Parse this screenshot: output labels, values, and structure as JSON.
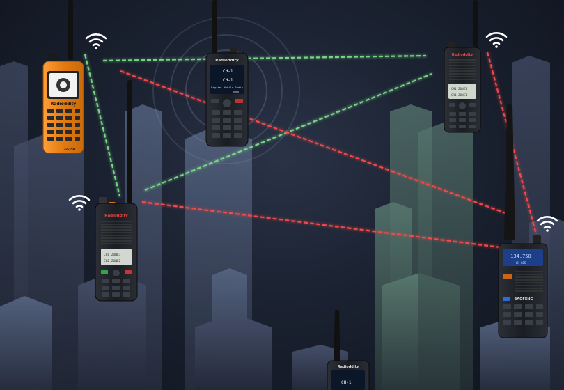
{
  "colors": {
    "background": "#1a2130",
    "building": "#3a4258",
    "building_teal": "#4b6a62",
    "link_green": "#7fe08a",
    "link_red": "#ff4a4a",
    "radio_orange": "#f08a1c",
    "radio_body": "#1e2126",
    "screen_blue": "#4aa0ff",
    "wifi_icon": "#ffffff"
  },
  "radios": [
    {
      "brand": "Radioddity",
      "model": "GS-5B",
      "body_color": "orange"
    },
    {
      "brand": "Radioddity",
      "screen_lines": [
        "CH-1",
        "CH-1",
        "Digital Mobile Radio",
        "50mA"
      ]
    },
    {
      "brand": "Radioddity",
      "screen_lines": [
        "CH1 ZONE1",
        "CH1 ZONE1"
      ]
    },
    {
      "brand": "Radioddity",
      "screen_lines": [
        "CH1 ZONE1",
        "CH2 ZONE2"
      ]
    },
    {
      "brand": "BAOFENG",
      "screen_lines": [
        "134.750",
        "CH 005"
      ]
    },
    {
      "brand": "Radioddity",
      "screen_lines": [
        "CH-1"
      ]
    }
  ]
}
